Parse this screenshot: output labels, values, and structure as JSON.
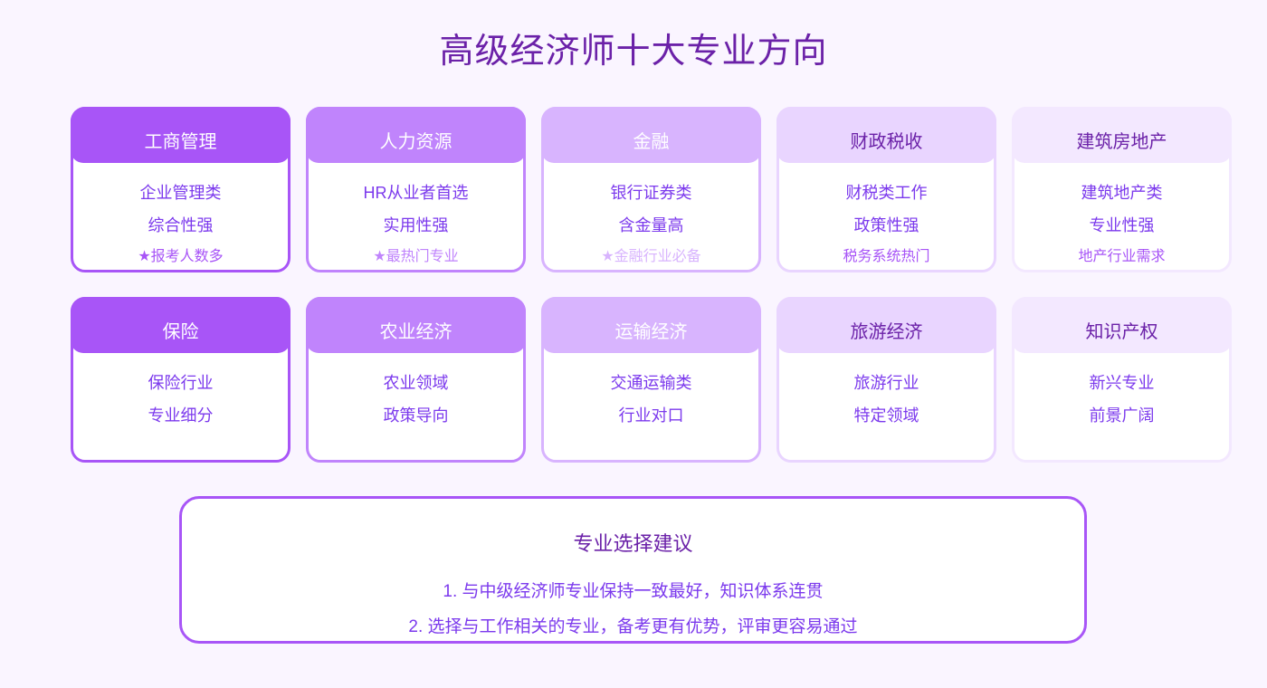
{
  "page": {
    "title": "高级经济师十大专业方向",
    "background": "#faf5ff",
    "title_color": "#6b21a8",
    "text_color": "#7c3aed"
  },
  "majors": [
    {
      "name": "工商管理",
      "lines": [
        "企业管理类",
        "综合性强"
      ],
      "note": "★报考人数多",
      "color": "#a855f7",
      "border_color": "#a855f7",
      "header_text_color": "#ffffff",
      "note_color": "#a855f7"
    },
    {
      "name": "人力资源",
      "lines": [
        "HR从业者首选",
        "实用性强"
      ],
      "note": "★最热门专业",
      "color": "#c084fc",
      "border_color": "#c084fc",
      "header_text_color": "#ffffff",
      "note_color": "#c084fc"
    },
    {
      "name": "金融",
      "lines": [
        "银行证券类",
        "含金量高"
      ],
      "note": "★金融行业必备",
      "color": "#d8b4fe",
      "border_color": "#d8b4fe",
      "header_text_color": "#ffffff",
      "note_color": "#d8b4fe"
    },
    {
      "name": "财政税收",
      "lines": [
        "财税类工作",
        "政策性强"
      ],
      "note": "税务系统热门",
      "color": "#e9d5ff",
      "border_color": "#e9d5ff",
      "header_text_color": "#6b21a8",
      "note_color": "#a855f7"
    },
    {
      "name": "建筑房地产",
      "lines": [
        "建筑地产类",
        "专业性强"
      ],
      "note": "地产行业需求",
      "color": "#f3e8ff",
      "border_color": "#f3e8ff",
      "header_text_color": "#6b21a8",
      "note_color": "#a855f7"
    },
    {
      "name": "保险",
      "lines": [
        "保险行业",
        "专业细分"
      ],
      "note": "",
      "color": "#a855f7",
      "border_color": "#a855f7",
      "header_text_color": "#ffffff",
      "note_color": "#a855f7"
    },
    {
      "name": "农业经济",
      "lines": [
        "农业领域",
        "政策导向"
      ],
      "note": "",
      "color": "#c084fc",
      "border_color": "#c084fc",
      "header_text_color": "#ffffff",
      "note_color": "#c084fc"
    },
    {
      "name": "运输经济",
      "lines": [
        "交通运输类",
        "行业对口"
      ],
      "note": "",
      "color": "#d8b4fe",
      "border_color": "#d8b4fe",
      "header_text_color": "#ffffff",
      "note_color": "#d8b4fe"
    },
    {
      "name": "旅游经济",
      "lines": [
        "旅游行业",
        "特定领域"
      ],
      "note": "",
      "color": "#e9d5ff",
      "border_color": "#e9d5ff",
      "header_text_color": "#6b21a8",
      "note_color": "#a855f7"
    },
    {
      "name": "知识产权",
      "lines": [
        "新兴专业",
        "前景广阔"
      ],
      "note": "",
      "color": "#f3e8ff",
      "border_color": "#f3e8ff",
      "header_text_color": "#6b21a8",
      "note_color": "#a855f7"
    }
  ],
  "advice": {
    "title": "专业选择建议",
    "items": [
      "1. 与中级经济师专业保持一致最好，知识体系连贯",
      "2. 选择与工作相关的专业，备考更有优势，评审更容易通过"
    ],
    "border_color": "#a855f7"
  }
}
